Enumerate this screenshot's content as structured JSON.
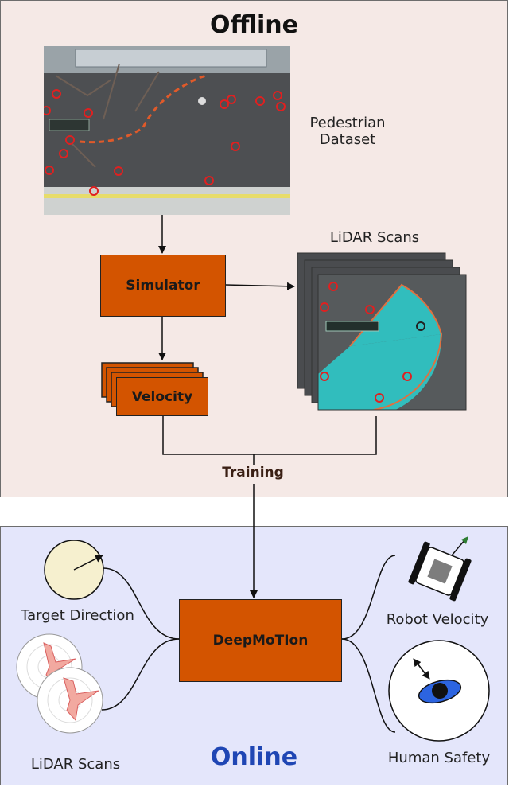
{
  "offline": {
    "title": "Offline",
    "dataset_label_line1": "Pedestrian",
    "dataset_label_line2": "Dataset",
    "lidar_label": "LiDAR Scans",
    "simulator_label": "Simulator",
    "velocity_label": "Velocity",
    "training_label": "Training"
  },
  "online": {
    "title": "Online",
    "target_direction_label": "Target Direction",
    "lidar_label": "LiDAR Scans",
    "deepmotion_label": "DeepMoTIon",
    "robot_velocity_label": "Robot Velocity",
    "human_safety_label": "Human Safety"
  },
  "colors": {
    "offline_bg": "#f5e9e6",
    "online_bg": "#e4e6fb",
    "box_orange": "#d35400",
    "online_title": "#1f46b4",
    "lidar_cyan": "#2ec8c8",
    "pedestrian_marker": "#e02020"
  },
  "icons": [
    "pedestrian-photo",
    "lidar-scan-image",
    "target-direction-dial",
    "polar-lidar-plot",
    "robot-icon",
    "human-safety-icon"
  ]
}
